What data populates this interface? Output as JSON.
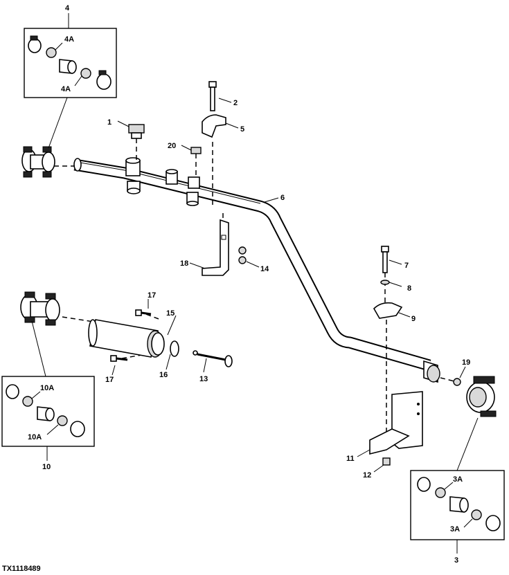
{
  "figure_id": "TX1118489",
  "callouts": {
    "c1": "1",
    "c2": "2",
    "c3": "3",
    "c3a_top": "3A",
    "c3a_bottom": "3A",
    "c4": "4",
    "c4a_top": "4A",
    "c4a_bottom": "4A",
    "c5": "5",
    "c6": "6",
    "c7": "7",
    "c8": "8",
    "c9": "9",
    "c10": "10",
    "c10a_top": "10A",
    "c10a_bottom": "10A",
    "c11": "11",
    "c12": "12",
    "c13": "13",
    "c14": "14",
    "c15": "15",
    "c16": "16",
    "c17_top": "17",
    "c17_bottom": "17",
    "c18": "18",
    "c19": "19",
    "c20": "20"
  }
}
